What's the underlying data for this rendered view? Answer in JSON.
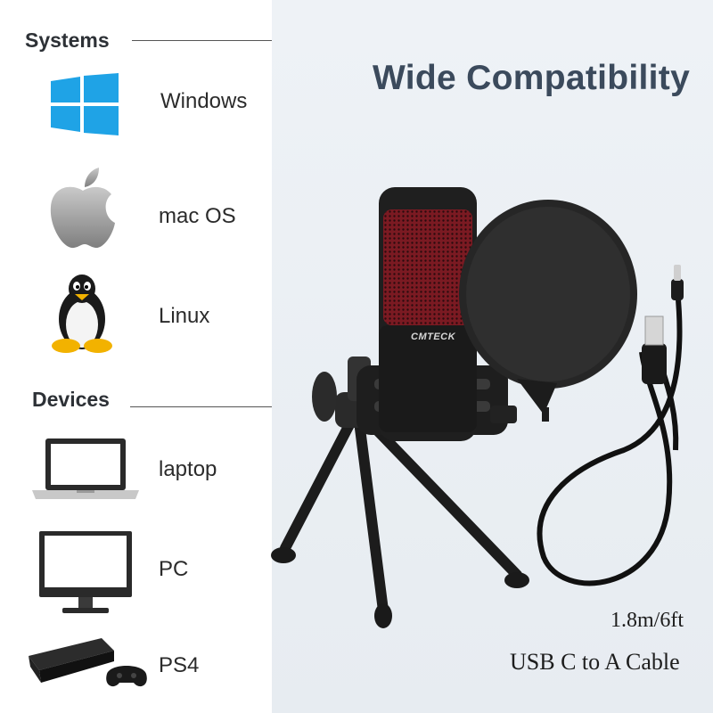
{
  "title": "Wide Compatibility",
  "systems": {
    "heading": "Systems",
    "items": [
      {
        "label": "Windows",
        "icon": "windows-logo-icon"
      },
      {
        "label": "mac OS",
        "icon": "apple-logo-icon"
      },
      {
        "label": "Linux",
        "icon": "linux-penguin-icon"
      }
    ]
  },
  "devices": {
    "heading": "Devices",
    "items": [
      {
        "label": "laptop",
        "icon": "laptop-icon"
      },
      {
        "label": "PC",
        "icon": "monitor-icon"
      },
      {
        "label": "PS4",
        "icon": "ps4-console-icon"
      }
    ]
  },
  "product": {
    "brand": "CMTECK",
    "cable_length": "1.8m/6ft",
    "cable_type": "USB C to A Cable"
  },
  "colors": {
    "windows_blue": "#1fa3e6",
    "title_color": "#3b4a5c",
    "mic_grille_red": "#8a1f28"
  }
}
